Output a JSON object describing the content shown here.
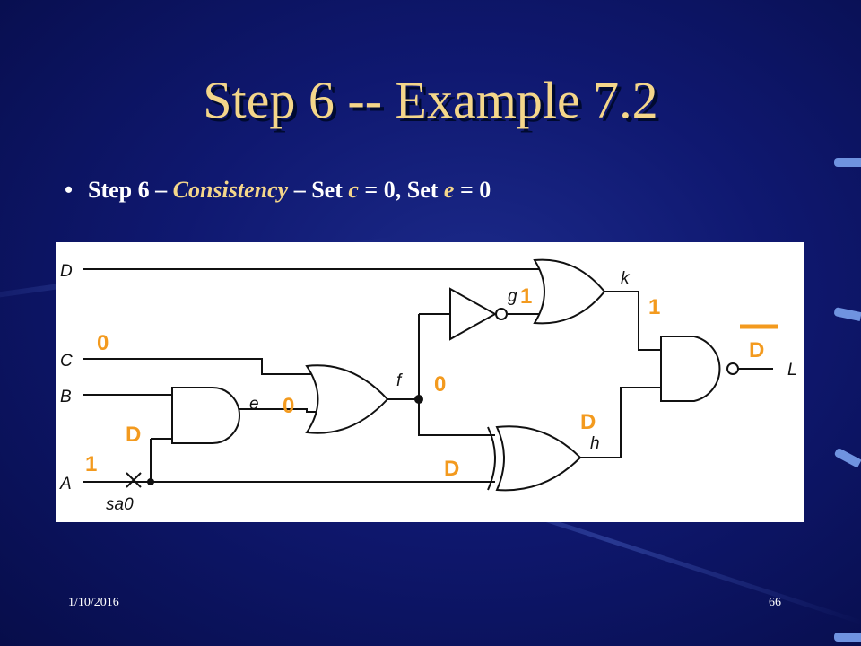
{
  "slide": {
    "title": "Step 6 -- Example 7.2",
    "bullet": {
      "symbol": "•",
      "p1": "Step 6 – ",
      "p2": "Consistency",
      "p3": " – Set ",
      "p4": "c",
      "p5": " = 0, Set ",
      "p6": "e",
      "p7": " = 0"
    },
    "footer": {
      "date": "1/10/2016",
      "page": "66"
    }
  },
  "circuit": {
    "inputs": {
      "D": "D",
      "C": "C",
      "B": "B",
      "A": "A"
    },
    "nets": {
      "e": "e",
      "f": "f",
      "g": "g",
      "h": "h",
      "k": "k",
      "L": "L"
    },
    "fault": "sa0",
    "values": {
      "c": "0",
      "b": "D",
      "a": "1",
      "a_after_fault": "D",
      "e": "0",
      "f": "0",
      "g": "1",
      "k": "1",
      "h": "D",
      "output": "D"
    },
    "colors": {
      "value": "#f39a1e",
      "wire": "#111111"
    }
  }
}
